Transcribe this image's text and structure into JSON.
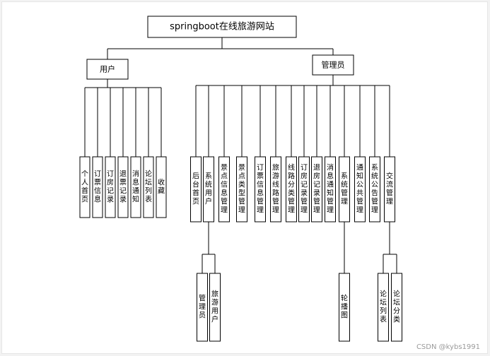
{
  "root": "springboot在线旅游网站",
  "user": {
    "title": "用户",
    "items": [
      "个人首页",
      "订票信息",
      "订房记录",
      "退票记录",
      "消息通知",
      "论坛列表",
      "收藏"
    ]
  },
  "admin": {
    "title": "管理员",
    "items": [
      "后台首页",
      "系统用户",
      "景点信息管理",
      "景点类型管理",
      "订票信息管理",
      "旅游线路管理",
      "线路分类管理",
      "订房记录管理",
      "退房记录管理",
      "消息通知管理",
      "系统管理",
      "通知公共管理",
      "系统公告管理",
      "交流管理"
    ]
  },
  "subs": {
    "system_user": [
      "管理员",
      "旅游用户"
    ],
    "system_manage": [
      "轮播图"
    ],
    "exchange_manage": [
      "论坛列表",
      "论坛分类"
    ]
  },
  "watermark": "CSDN @kybs1991"
}
